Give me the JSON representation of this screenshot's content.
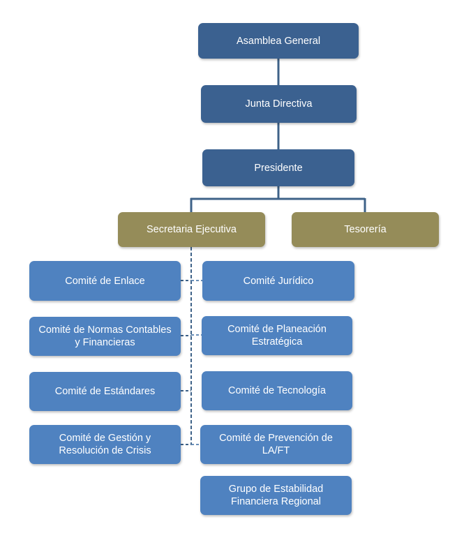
{
  "org_chart": {
    "asamblea": "Asamblea General",
    "junta": "Junta Directiva",
    "presidente": "Presidente",
    "secretaria": "Secretaria Ejecutiva",
    "tesoreria": "Tesorería",
    "committees_left": {
      "enlace": "Comité de Enlace",
      "normas_line1": "Comité de Normas Contables",
      "normas_line2": "y Financieras",
      "estandares": "Comité de Estándares",
      "gestion_line1": "Comité de Gestión y",
      "gestion_line2": "Resolución de Crisis"
    },
    "committees_right": {
      "juridico": "Comité Jurídico",
      "planeacion_line1": "Comité de Planeación",
      "planeacion_line2": "Estratégica",
      "tecnologia": "Comité de Tecnología",
      "prevencion_line1": "Comité de Prevención de",
      "prevencion_line2": "LA/FT",
      "grupo_line1": "Grupo de Estabilidad",
      "grupo_line2": "Financiera Regional"
    },
    "colors": {
      "top_boxes": "#3b6190",
      "secretariat_boxes": "#958c59",
      "committee_boxes": "#4f82c0",
      "connectors": "#3e6288"
    }
  }
}
